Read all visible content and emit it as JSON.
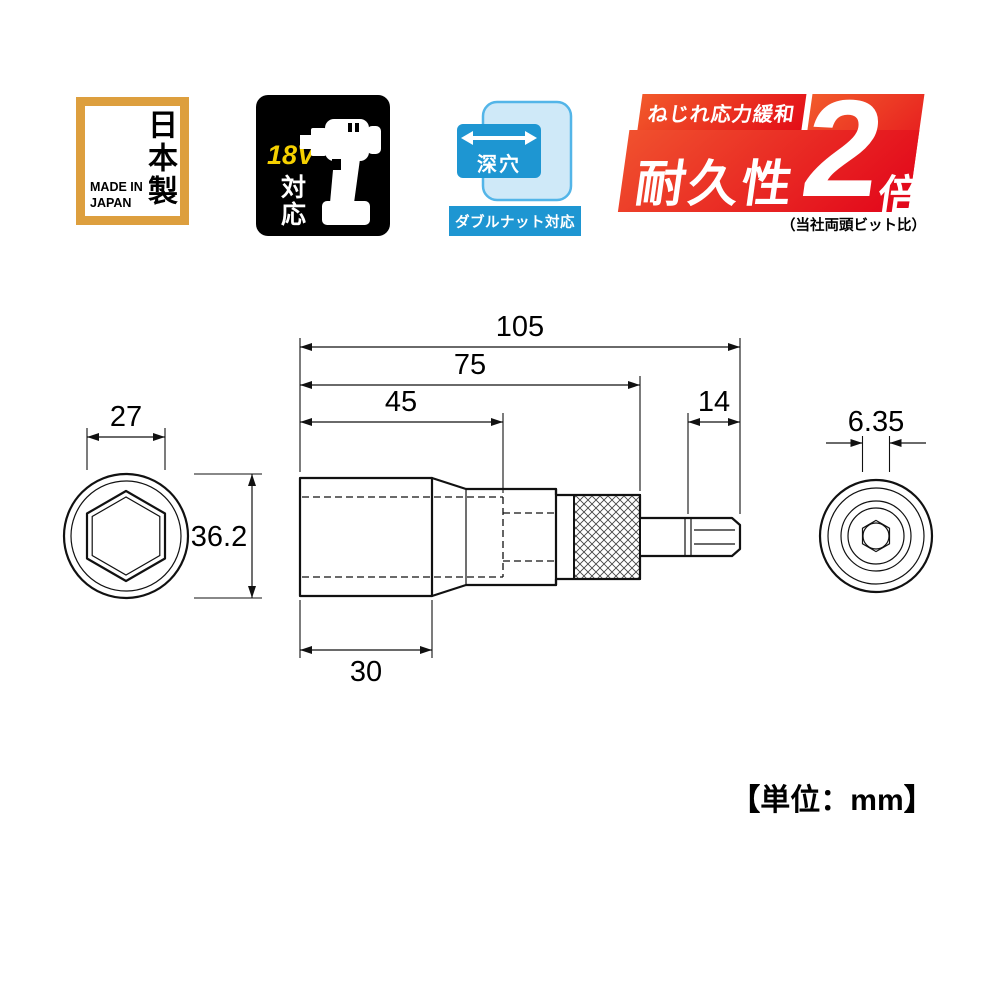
{
  "badges": {
    "made_in_japan": {
      "kanji": "日本製",
      "en_line1": "MADE IN",
      "en_line2": "JAPAN"
    },
    "voltage": {
      "value": "18V",
      "label": "対応"
    },
    "deep_socket": {
      "label": "深穴",
      "footer": "ダブルナット対応"
    },
    "durability": {
      "tagline": "ねじれ応力緩和",
      "title": "耐久性",
      "multiplier": "2",
      "unit": "倍",
      "note": "（当社両頭ビット比）"
    }
  },
  "drawing": {
    "dims": {
      "overall_length": "105",
      "upper_length": "75",
      "socket_depth": "45",
      "hex_tip_length": "14",
      "socket_head_length": "30",
      "across_flats": "27",
      "outer_diameter": "36.2",
      "hex_shank": "6.35"
    },
    "unit_note": "【単位：mm】"
  },
  "colors": {
    "badge_orange": "#dd9f3e",
    "badge_black": "#000000",
    "badge_blue": "#1e96d2",
    "badge_red": "#e8391f",
    "accent_yellow": "#f5d000"
  }
}
